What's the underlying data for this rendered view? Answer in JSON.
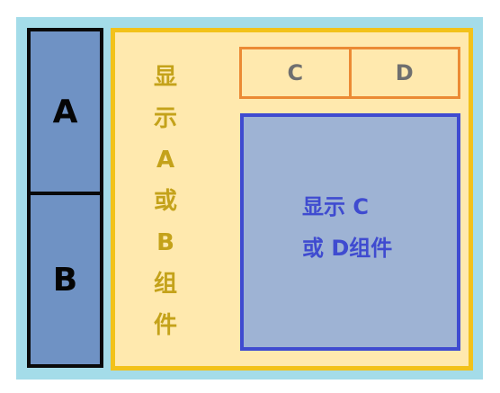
{
  "left": {
    "box_a": "A",
    "box_b": "B"
  },
  "right": {
    "vertical_text": [
      "显",
      "示",
      "A",
      "或",
      "B",
      "组",
      "件"
    ],
    "tabs": [
      "C",
      "D"
    ],
    "content_lines": [
      "显示 C",
      "或 D组件"
    ]
  },
  "colors": {
    "outer_bg": "#a4dce9",
    "left_fill": "#6f92c4",
    "panel_fill": "#ffe9ae",
    "panel_border": "#f2c21a",
    "tab_border": "#eb8a34",
    "content_border": "#3f4bd0",
    "content_fill": "#9eb3d4"
  }
}
